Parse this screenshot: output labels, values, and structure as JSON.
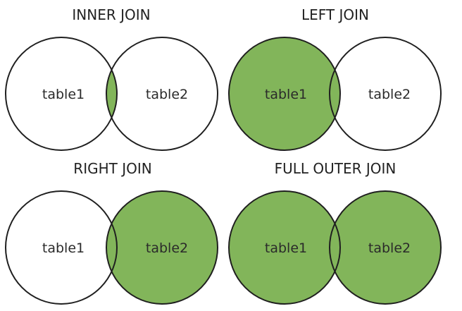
{
  "colors": {
    "fill": "#82b55a",
    "outline": "#1f1f1f",
    "background": "#ffffff"
  },
  "panels": [
    {
      "title": "INNER JOIN",
      "left_label": "table1",
      "right_label": "table2",
      "highlight": "intersection"
    },
    {
      "title": "LEFT JOIN",
      "left_label": "table1",
      "right_label": "table2",
      "highlight": "left"
    },
    {
      "title": "RIGHT JOIN",
      "left_label": "table1",
      "right_label": "table2",
      "highlight": "right"
    },
    {
      "title": "FULL OUTER JOIN",
      "left_label": "table1",
      "right_label": "table2",
      "highlight": "both"
    }
  ]
}
